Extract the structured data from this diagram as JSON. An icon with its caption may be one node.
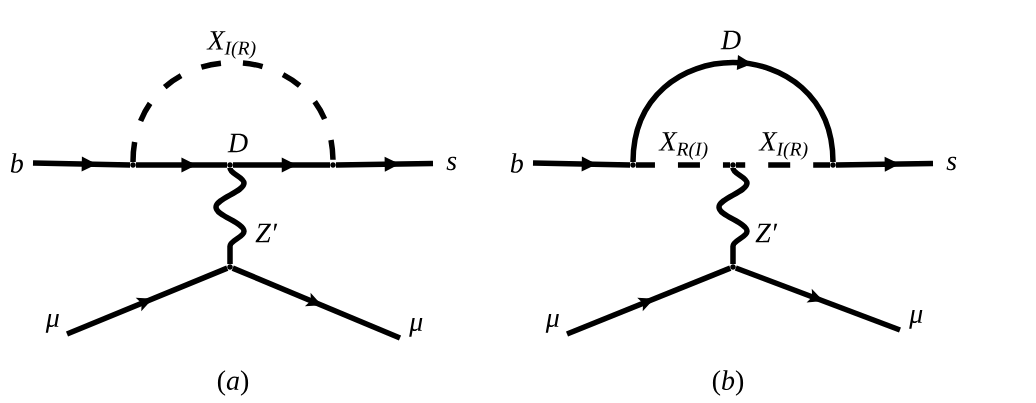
{
  "diagram": {
    "nodes": [
      {
        "text": [
          "b"
        ]
      },
      {
        "text": [],
        "shape": "dot"
      },
      {
        "text": [],
        "shape": "dot"
      },
      {
        "text": [],
        "shape": "dot"
      },
      {
        "text": [
          "s"
        ]
      },
      {
        "text": [],
        "shape": "dot"
      },
      {
        "text": [
          "μ"
        ]
      },
      {
        "text": [
          "μ"
        ]
      },
      {
        "text": [
          "b"
        ]
      },
      {
        "text": [],
        "shape": "dot"
      },
      {
        "text": [],
        "shape": "dot"
      },
      {
        "text": [],
        "shape": "dot"
      },
      {
        "text": [
          "s"
        ]
      },
      {
        "text": [],
        "shape": "dot"
      },
      {
        "text": [
          "μ"
        ]
      },
      {
        "text": [
          "μ"
        ]
      }
    ],
    "edges": [
      {
        "from": 0,
        "to": 1,
        "arrow": "to"
      },
      {
        "from": 1,
        "to": 2,
        "arrow": "to",
        "label": "D"
      },
      {
        "from": 2,
        "to": 3,
        "arrow": "to"
      },
      {
        "from": 3,
        "to": 4,
        "arrow": "to"
      },
      {
        "from": 1,
        "to": 3,
        "arrow": "none",
        "style": "dashed",
        "label": "X$_{I(R)}$"
      },
      {
        "from": 2,
        "to": 5,
        "arrow": "none",
        "label": "Z′"
      },
      {
        "from": 6,
        "to": 5,
        "arrow": "to"
      },
      {
        "from": 5,
        "to": 7,
        "arrow": "to"
      },
      {
        "from": 8,
        "to": 9,
        "arrow": "to"
      },
      {
        "from": 9,
        "to": 11,
        "arrow": "to",
        "label": "D"
      },
      {
        "from": 9,
        "to": 10,
        "arrow": "none",
        "style": "dashed",
        "label": "X$_{R(I)}$"
      },
      {
        "from": 10,
        "to": 11,
        "arrow": "none",
        "style": "dashed",
        "label": "X$_{I(R)}$"
      },
      {
        "from": 11,
        "to": 12,
        "arrow": "to"
      },
      {
        "from": 10,
        "to": 13,
        "arrow": "none",
        "label": "Z′"
      },
      {
        "from": 14,
        "to": 13,
        "arrow": "to"
      },
      {
        "from": 13,
        "to": 15,
        "arrow": "to"
      }
    ],
    "labels": [
      "(*a*)",
      "(*b*)"
    ]
  }
}
